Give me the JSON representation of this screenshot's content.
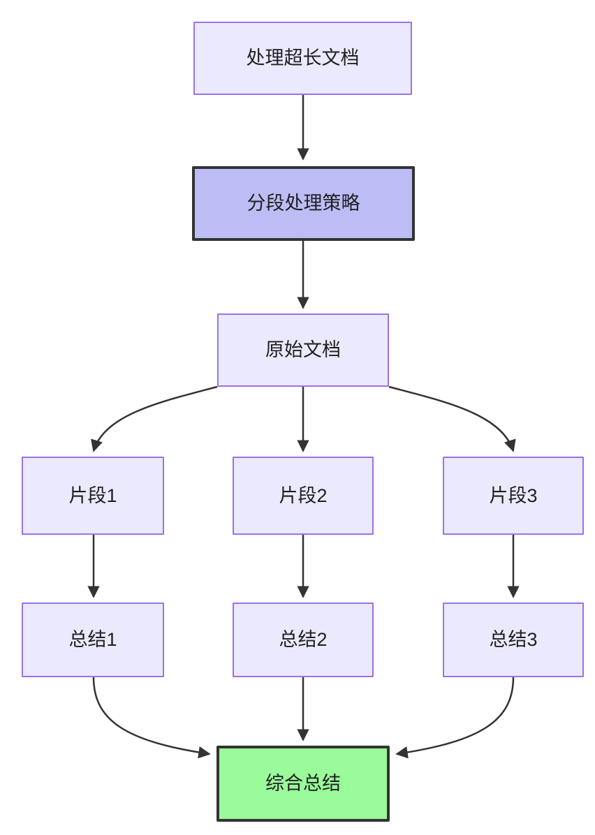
{
  "diagram": {
    "type": "flowchart",
    "direction": "top-down",
    "background_color": "#ffffff",
    "edge_color": "#333333",
    "palette": {
      "default_fill": "#ebe9fd",
      "default_stroke": "#9a72e8",
      "strategy_fill": "#bdbdf6",
      "strategy_stroke": "#333333",
      "final_fill": "#99fb99",
      "final_stroke": "#333333",
      "text_color": "#1f2020"
    },
    "nodes": [
      {
        "id": "root",
        "label": "处理超长文档",
        "style": "default"
      },
      {
        "id": "strategy",
        "label": "分段处理策略",
        "style": "strategy"
      },
      {
        "id": "source",
        "label": "原始文档",
        "style": "default"
      },
      {
        "id": "chunk1",
        "label": "片段1",
        "style": "default"
      },
      {
        "id": "chunk2",
        "label": "片段2",
        "style": "default"
      },
      {
        "id": "chunk3",
        "label": "片段3",
        "style": "default"
      },
      {
        "id": "summary1",
        "label": "总结1",
        "style": "default"
      },
      {
        "id": "summary2",
        "label": "总结2",
        "style": "default"
      },
      {
        "id": "summary3",
        "label": "总结3",
        "style": "default"
      },
      {
        "id": "final",
        "label": "综合总结",
        "style": "final"
      }
    ],
    "edges": [
      {
        "from": "root",
        "to": "strategy"
      },
      {
        "from": "strategy",
        "to": "source"
      },
      {
        "from": "source",
        "to": "chunk1"
      },
      {
        "from": "source",
        "to": "chunk2"
      },
      {
        "from": "source",
        "to": "chunk3"
      },
      {
        "from": "chunk1",
        "to": "summary1"
      },
      {
        "from": "chunk2",
        "to": "summary2"
      },
      {
        "from": "chunk3",
        "to": "summary3"
      },
      {
        "from": "summary1",
        "to": "final"
      },
      {
        "from": "summary2",
        "to": "final"
      },
      {
        "from": "summary3",
        "to": "final"
      }
    ]
  }
}
